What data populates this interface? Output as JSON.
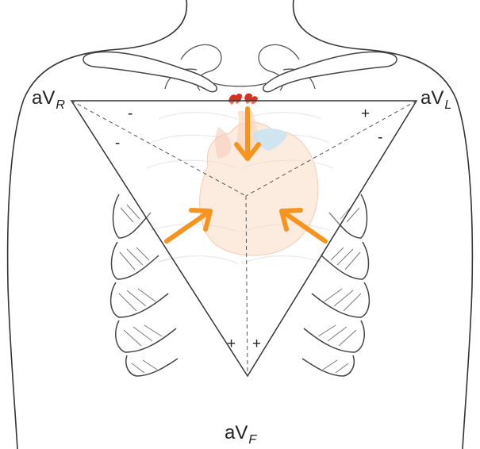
{
  "leads": {
    "aVR": {
      "base": "aV",
      "sub": "R"
    },
    "aVL": {
      "base": "aV",
      "sub": "L"
    },
    "aVF": {
      "base": "aV",
      "sub": "F"
    }
  },
  "signs": {
    "aVR_top": "-",
    "aVR_side": "-",
    "aVL_top": "+",
    "aVL_side": "-",
    "aVF_left": "+",
    "aVF_right": "+"
  },
  "colors": {
    "arrow": "#f7941d",
    "outline": "#333333",
    "heart": "#f8c8a6",
    "vessel_red": "#d6311f",
    "vessel_blue": "#a9d5ec"
  },
  "icons": [
    "torso-outline",
    "clavicle",
    "rib-cage",
    "heart",
    "einthoven-triangle",
    "orange-arrow"
  ]
}
